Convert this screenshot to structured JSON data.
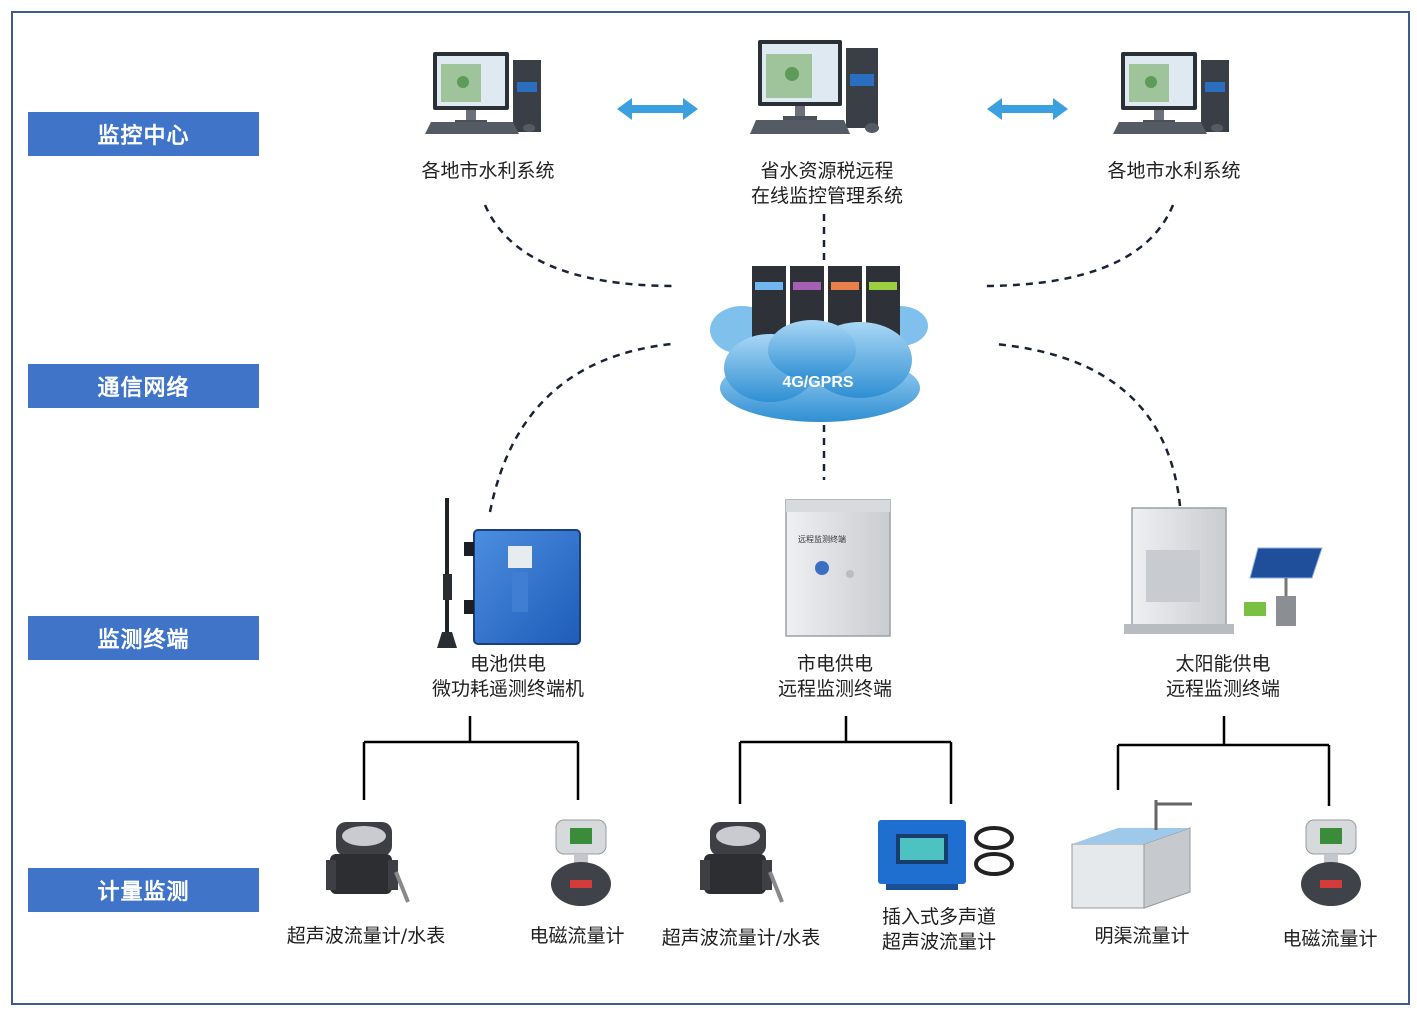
{
  "tiers": {
    "monitoring_center": "监控中心",
    "network": "通信网络",
    "terminal": "监测终端",
    "metering": "计量监测"
  },
  "center": {
    "left": "各地市水利系统",
    "middle_line1": "省水资源税远程",
    "middle_line2": "在线监控管理系统",
    "right": "各地市水利系统"
  },
  "network": {
    "cloud_label": "4G/GPRS"
  },
  "terminals": {
    "battery_line1": "电池供电",
    "battery_line2": "微功耗遥测终端机",
    "mains_line1": "市电供电",
    "mains_line2": "远程监测终端",
    "solar_line1": "太阳能供电",
    "solar_line2": "远程监测终端",
    "mains_panel_text": "远程监测终端"
  },
  "meters": {
    "ultrasonic_1": "超声波流量计/水表",
    "electromagnetic_1": "电磁流量计",
    "ultrasonic_2": "超声波流量计/水表",
    "insertion_line1": "插入式多声道",
    "insertion_line2": "超声波流量计",
    "open_channel": "明渠流量计",
    "electromagnetic_2": "电磁流量计"
  },
  "colors": {
    "tier_bg": "#3f74c9",
    "frame": "#3e5a8e",
    "arrow": "#3aa0e0",
    "cloud": "#4aa3df"
  }
}
